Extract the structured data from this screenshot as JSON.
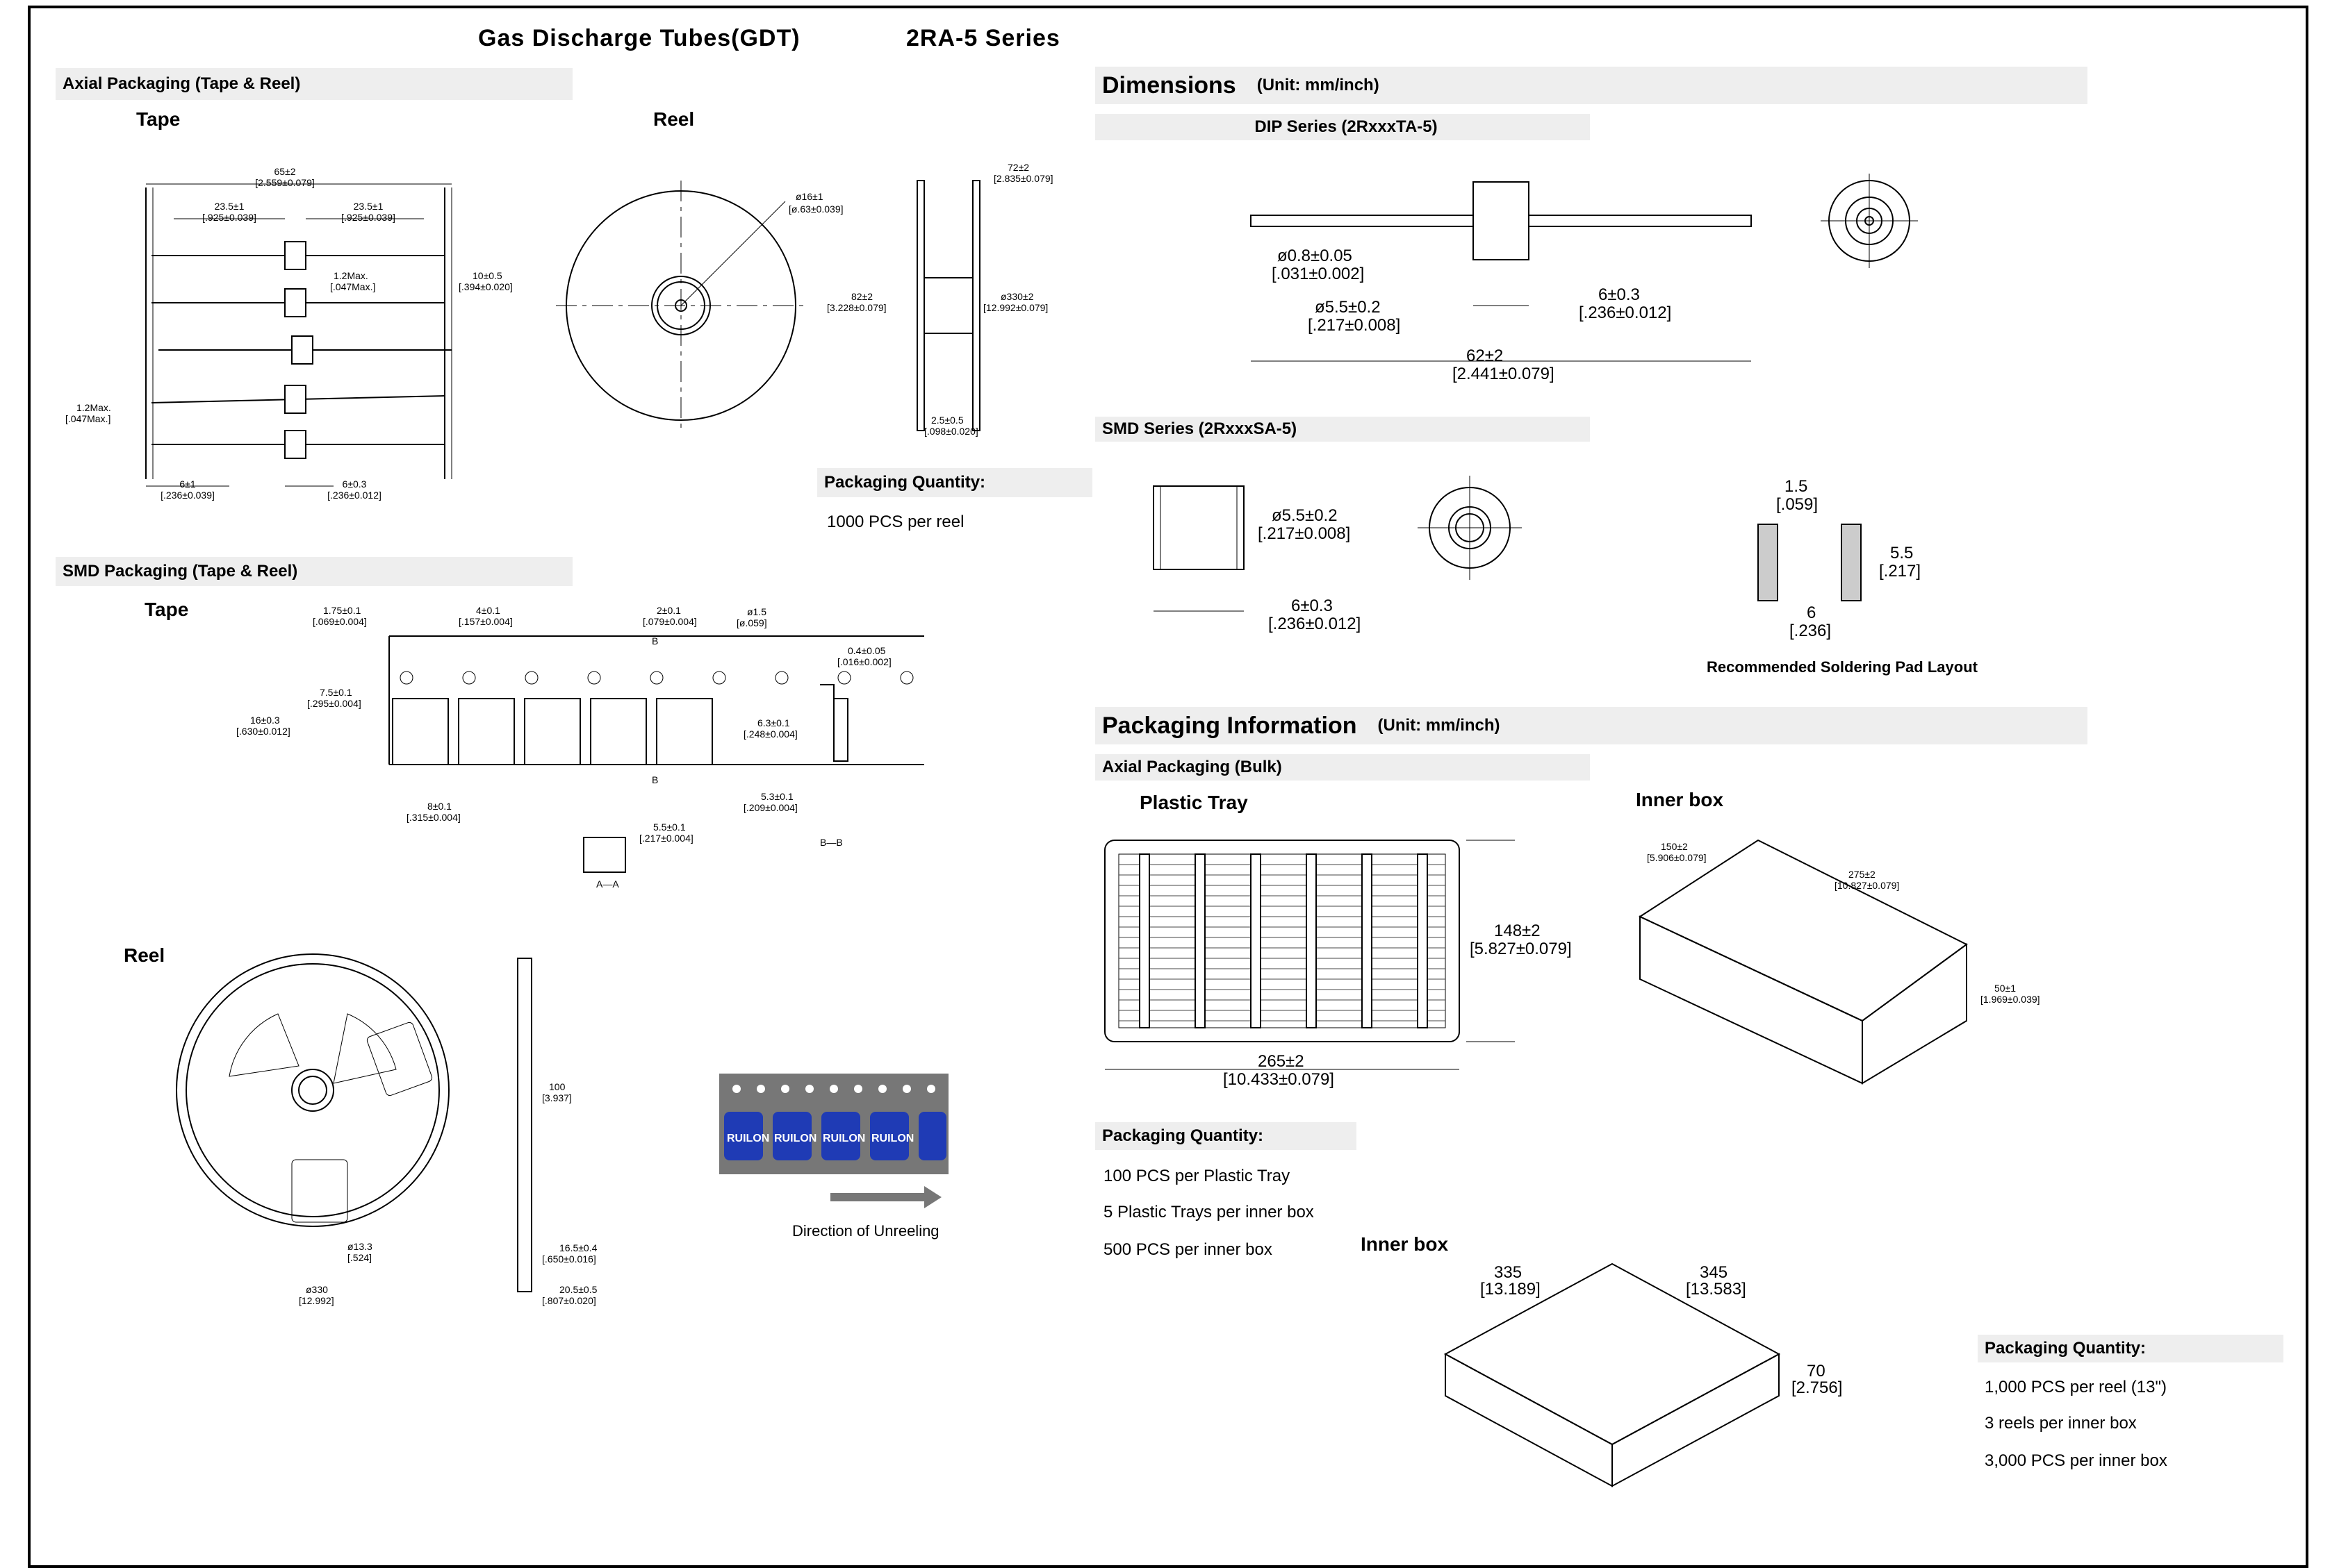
{
  "header": {
    "title": "Gas  Discharge  Tubes(GDT)",
    "series": "2RA-5  Series"
  },
  "left": {
    "axial_pkg": {
      "header": "Axial Packaging (Tape & Reel)",
      "tape_label": "Tape",
      "reel_label": "Reel",
      "tape_dims": {
        "d65": "65±2",
        "d65i": "[2.559±0.079]",
        "d235a": "23.5±1",
        "d235ai": "[.925±0.039]",
        "d235b": "23.5±1",
        "d235bi": "[.925±0.039]",
        "d12a": "1.2Max.",
        "d12ai": "[.047Max.]",
        "d10": "10±0.5",
        "d10i": "[.394±0.020]",
        "d12b": "1.2Max.",
        "d12bi": "[.047Max.]",
        "d6a": "6±1",
        "d6ai": "[.236±0.039]",
        "d6b": "6±0.3",
        "d6bi": "[.236±0.012]"
      },
      "reel_dims": {
        "d16": "ø16±1",
        "d16i": "[ø.63±0.039]",
        "d72": "72±2",
        "d72i": "[2.835±0.079]",
        "d82": "82±2",
        "d82i": "[3.228±0.079]",
        "d330": "ø330±2",
        "d330i": "[12.992±0.079]",
        "d25": "2.5±0.5",
        "d25i": "[.098±0.020]"
      },
      "qty_header": "Packaging Quantity:",
      "qty_text": "1000 PCS per reel"
    },
    "smd_pkg": {
      "header": "SMD Packaging (Tape & Reel)",
      "tape_label": "Tape",
      "reel_label": "Reel",
      "tape_dims": {
        "d175": "1.75±0.1",
        "d175i": "[.069±0.004]",
        "d4": "4±0.1",
        "d4i": "[.157±0.004]",
        "d2": "2±0.1",
        "d2i": "[.079±0.004]",
        "d15": "ø1.5",
        "d15i": "[ø.059]",
        "d04": "0.4±0.05",
        "d04i": "[.016±0.002]",
        "d75": "7.5±0.1",
        "d75i": "[.295±0.004]",
        "d16": "16±0.3",
        "d16i": "[.630±0.012]",
        "d63": "6.3±0.1",
        "d63i": "[.248±0.004]",
        "d8": "8±0.1",
        "d8i": "[.315±0.004]",
        "d53": "5.3±0.1",
        "d53i": "[.209±0.004]",
        "d55": "5.5±0.1",
        "d55i": "[.217±0.004]",
        "secB": "B",
        "secAA": "A—A",
        "secBB": "B—B"
      },
      "reel_dims": {
        "d100": "100",
        "d100i": "[3.937]",
        "d133": "ø13.3",
        "d133i": "[.524]",
        "d165": "16.5±0.4",
        "d165i": "[.650±0.016]",
        "d330": "ø330",
        "d330i": "[12.992]",
        "d205": "20.5±0.5",
        "d205i": "[.807±0.020]"
      },
      "brand_text": "RUILON",
      "direction_caption": "Direction of Unreeling"
    }
  },
  "right": {
    "dimensions": {
      "header": "Dimensions",
      "unit": "(Unit: mm/inch)",
      "dip_header": "DIP Series (2RxxxTA-5)",
      "dip_dims": {
        "d08": "ø0.8±0.05",
        "d08i": "[.031±0.002]",
        "d55": "ø5.5±0.2",
        "d55i": "[.217±0.008]",
        "d6": "6±0.3",
        "d6i": "[.236±0.012]",
        "d62": "62±2",
        "d62i": "[2.441±0.079]"
      },
      "smd_header": "SMD Series (2RxxxSA-5)",
      "smd_dims": {
        "d55": "ø5.5±0.2",
        "d55i": "[.217±0.008]",
        "d6": "6±0.3",
        "d6i": "[.236±0.012]",
        "p15": "1.5",
        "p15i": "[.059]",
        "p55": "5.5",
        "p55i": "[.217]",
        "p6": "6",
        "p6i": "[.236]"
      },
      "pad_caption": "Recommended Soldering Pad Layout"
    },
    "packaging": {
      "header": "Packaging Information",
      "unit": "(Unit: mm/inch)",
      "axial_bulk_header": "Axial Packaging (Bulk)",
      "tray_label": "Plastic Tray",
      "tray_dims": {
        "d148": "148±2",
        "d148i": "[5.827±0.079]",
        "d265": "265±2",
        "d265i": "[10.433±0.079]"
      },
      "innerbox_label": "Inner box",
      "innerbox_dims": {
        "d150": "150±2",
        "d150i": "[5.906±0.079]",
        "d275": "275±2",
        "d275i": "[10.827±0.079]",
        "d50": "50±1",
        "d50i": "[1.969±0.039]"
      },
      "qty_header": "Packaging Quantity:",
      "qty_lines": [
        "100 PCS per Plastic Tray",
        "5 Plastic Trays per inner box",
        "500 PCS per inner box"
      ],
      "innerbox2_label": "Inner box",
      "innerbox2_dims": {
        "d335": "335",
        "d335i": "[13.189]",
        "d345": "345",
        "d345i": "[13.583]",
        "d70": "70",
        "d70i": "[2.756]"
      },
      "qty2_header": "Packaging Quantity:",
      "qty2_lines": [
        "1,000 PCS per reel (13\")",
        "3 reels per inner box",
        "3,000 PCS per inner box"
      ]
    }
  }
}
